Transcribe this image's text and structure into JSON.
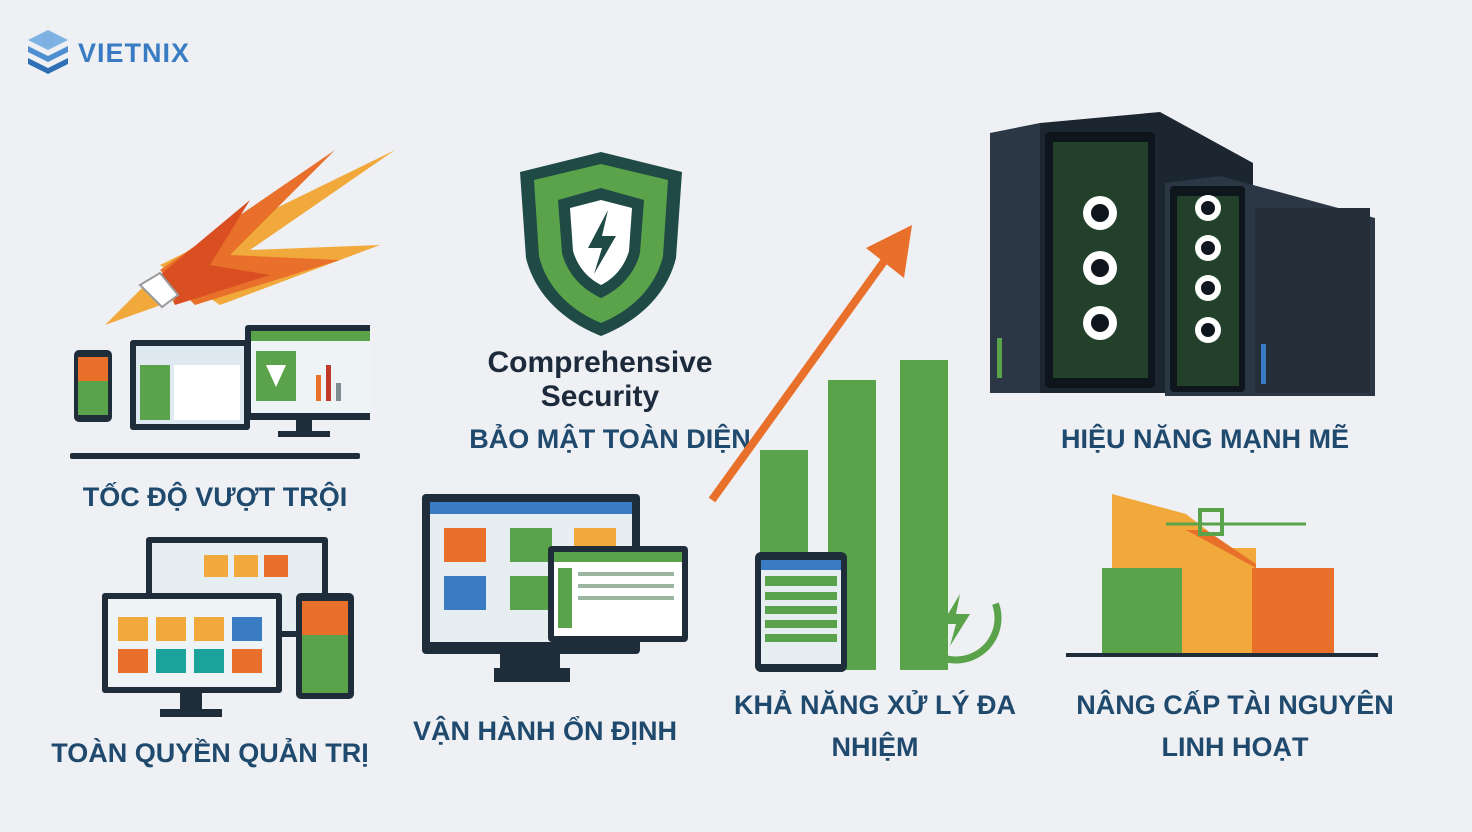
{
  "brand": {
    "name": "VIETNIX",
    "accent": "#3a7cc3"
  },
  "security_caption": {
    "line1": "Comprehensive",
    "line2": "Security"
  },
  "features": {
    "speed": "TỐC ĐỘ VƯỢT TRỘI",
    "security": "BẢO MẬT TOÀN DIỆN",
    "performance": "HIỆU NĂNG MẠNH MẼ",
    "admin": "TOÀN QUYỀN QUẢN TRỊ",
    "stable": "VẬN HÀNH ỔN ĐỊNH",
    "multitask_line1": "KHẢ NĂNG XỬ LÝ ĐA",
    "multitask_line2": "NHIỆM",
    "upgrade_line1": "NÂNG CẤP TÀI NGUYÊN",
    "upgrade_line2": "LINH HOẠT"
  },
  "colors": {
    "label": "#1f4a6e",
    "green": "#5aa34a",
    "orange": "#e8702a",
    "yellow": "#f2a93b",
    "dark": "#1f2d3a"
  },
  "icons": [
    "vietnix-logo-icon",
    "rocket-icon",
    "shield-icon",
    "server-icon",
    "arrow-up-icon",
    "bar-chart-icon",
    "lightning-icon",
    "devices-icon",
    "monitor-icon",
    "tablet-icon",
    "scale-chart-icon"
  ]
}
